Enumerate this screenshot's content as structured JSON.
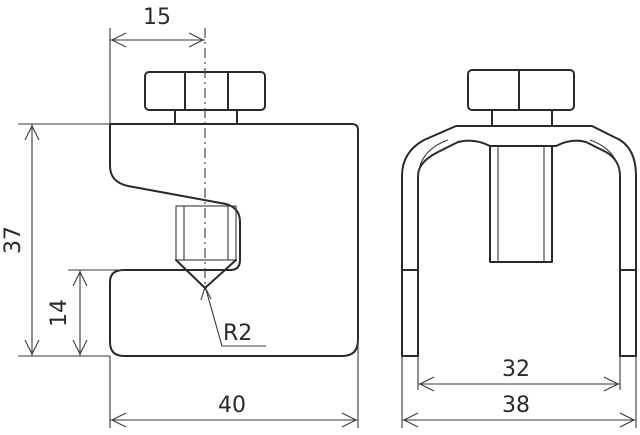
{
  "dimensions": {
    "top_width": "15",
    "height_total": "37",
    "height_lower": "14",
    "radius": "R2",
    "width_left": "40",
    "inner_width": "32",
    "outer_width": "38"
  }
}
